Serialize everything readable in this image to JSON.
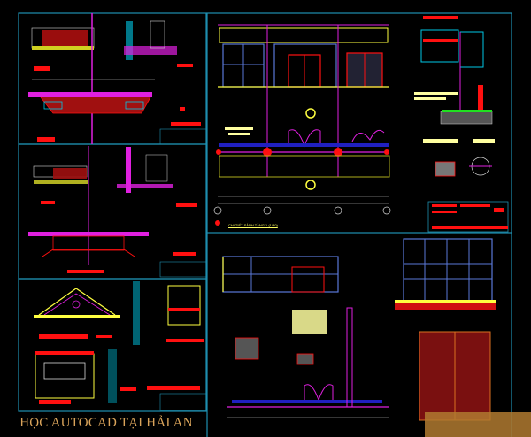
{
  "sheet": {
    "background": "#000000",
    "border_color": "#1f8fb0",
    "colors": {
      "cyan": "#00c8e6",
      "yellow": "#ffff40",
      "magenta": "#e020e0",
      "red": "#ff1010",
      "blue": "#5a78d8",
      "green": "#20e020",
      "white": "#d8d8d8",
      "orange": "#d9a35a"
    }
  },
  "title": "HỌC AUTOCAD TẠI HẢI AN",
  "panels": [
    {
      "id": "top-left",
      "caption": ""
    },
    {
      "id": "mid-left",
      "caption": ""
    },
    {
      "id": "bottom-left",
      "caption": ""
    },
    {
      "id": "top-center",
      "caption": "CHI TIẾT SẢNH TẦNG 1 (1/30)"
    },
    {
      "id": "top-right",
      "caption": ""
    },
    {
      "id": "bottom-center",
      "caption": ""
    },
    {
      "id": "bottom-right",
      "caption": ""
    }
  ]
}
